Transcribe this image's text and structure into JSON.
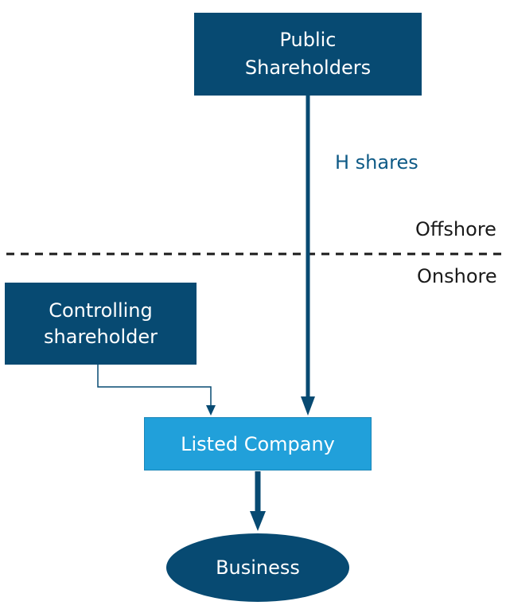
{
  "nodes": {
    "public_shareholders": {
      "line1": "Public",
      "line2": "Shareholders"
    },
    "controlling_shareholder": {
      "line1": "Controlling",
      "line2": "shareholder"
    },
    "listed_company": {
      "label": "Listed Company"
    },
    "business": {
      "label": "Business"
    }
  },
  "edges": {
    "h_shares_label": "H shares"
  },
  "zones": {
    "offshore": "Offshore",
    "onshore": "Onshore"
  },
  "colors": {
    "dark_blue": "#074a72",
    "light_blue": "#21a0da",
    "label_blue": "#0e5a86",
    "divider": "#1a1a1a"
  }
}
